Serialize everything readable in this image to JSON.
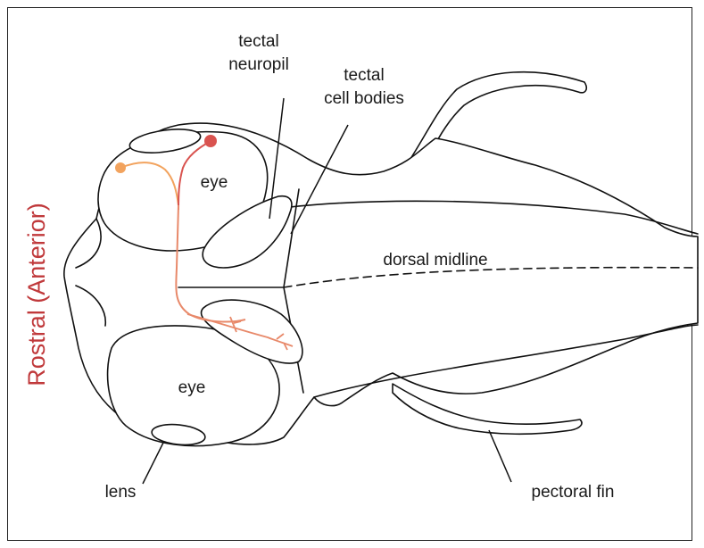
{
  "labels": {
    "tectal_neuropil_line1": "tectal",
    "tectal_neuropil_line2": "neuropil",
    "tectal_cell_bodies_line1": "tectal",
    "tectal_cell_bodies_line2": "cell bodies",
    "eye_top": "eye",
    "eye_bottom": "eye",
    "dorsal_midline": "dorsal midline",
    "lens": "lens",
    "pectoral_fin": "pectoral fin",
    "rostral_anterior": "Rostral (Anterior)"
  },
  "colors": {
    "outline": "#111111",
    "rostral_label": "#c0393b",
    "neuron_light": "#f2a35e",
    "neuron_dark": "#d9534f",
    "neuron_axon": "#e8896a"
  }
}
